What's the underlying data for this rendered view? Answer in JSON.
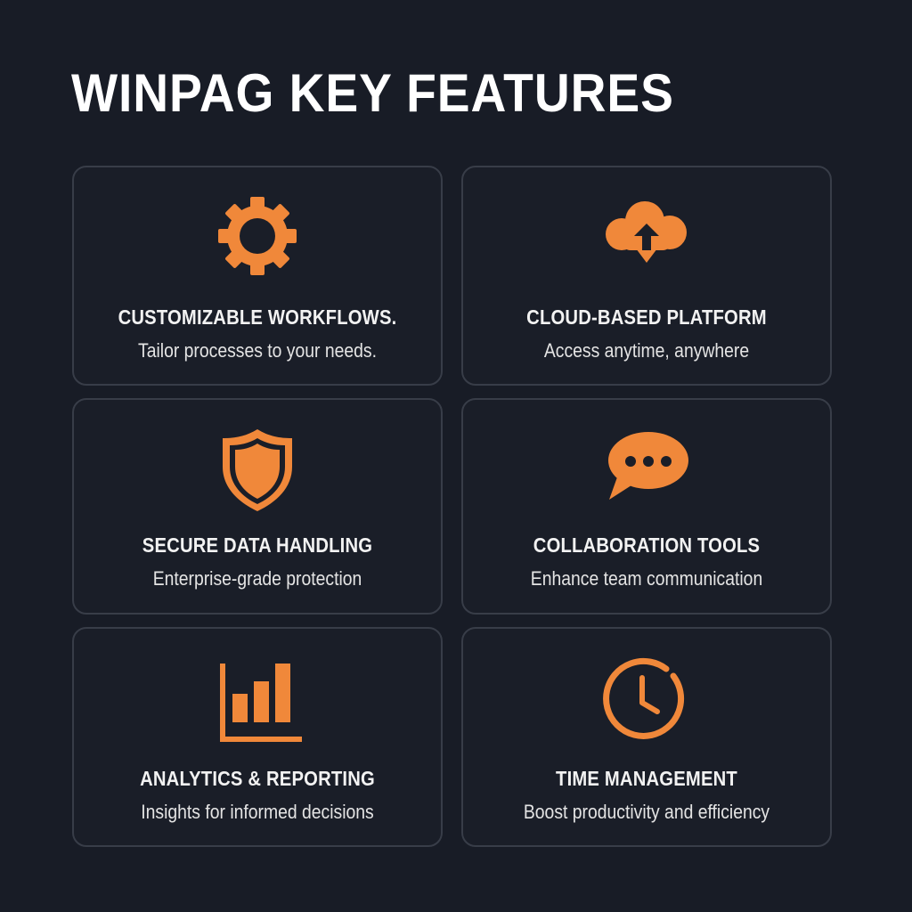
{
  "header": {
    "title": "WINPAG KEY FEATURES"
  },
  "colors": {
    "accent": "#f0883a",
    "background": "#181c26",
    "card_border": "#383d48",
    "text": "#f2f2f2"
  },
  "features": [
    {
      "icon": "gear-icon",
      "title": "CUSTOMIZABLE WORKFLOWS.",
      "description": "Tailor processes to your needs."
    },
    {
      "icon": "cloud-upload-download-icon",
      "title": "CLOUD-BASED PLATFORM",
      "description": "Access anytime, anywhere"
    },
    {
      "icon": "shield-icon",
      "title": "SECURE DATA HANDLING",
      "description": "Enterprise-grade protection"
    },
    {
      "icon": "chat-bubble-icon",
      "title": "COLLABORATION TOOLS",
      "description": "Enhance team communication"
    },
    {
      "icon": "bar-chart-icon",
      "title": "ANALYTICS & REPORTING",
      "description": "Insights for informed decisions"
    },
    {
      "icon": "clock-icon",
      "title": "TIME MANAGEMENT",
      "description": "Boost productivity and efficiency"
    }
  ]
}
